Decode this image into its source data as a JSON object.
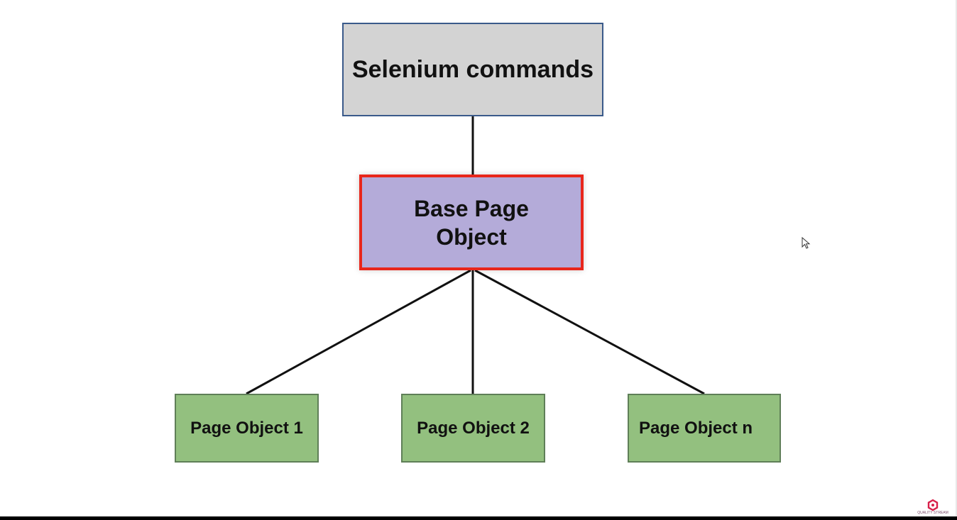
{
  "diagram": {
    "top_node": {
      "label": "Selenium commands"
    },
    "base_node": {
      "line1": "Base Page",
      "line2": "Object"
    },
    "leaf_nodes": [
      {
        "label": "Page Object 1"
      },
      {
        "label": "Page Object 2"
      },
      {
        "label": "Page Object n"
      }
    ]
  },
  "colors": {
    "top_fill": "#d3d3d3",
    "base_fill": "#b4abd9",
    "base_border": "#e8261b",
    "leaf_fill": "#93c07f",
    "connector": "#111111"
  },
  "icons": {
    "cursor": "mouse-pointer-icon",
    "watermark": "channel-logo-icon"
  },
  "watermark": {
    "text": "QUALITY STREAM"
  }
}
